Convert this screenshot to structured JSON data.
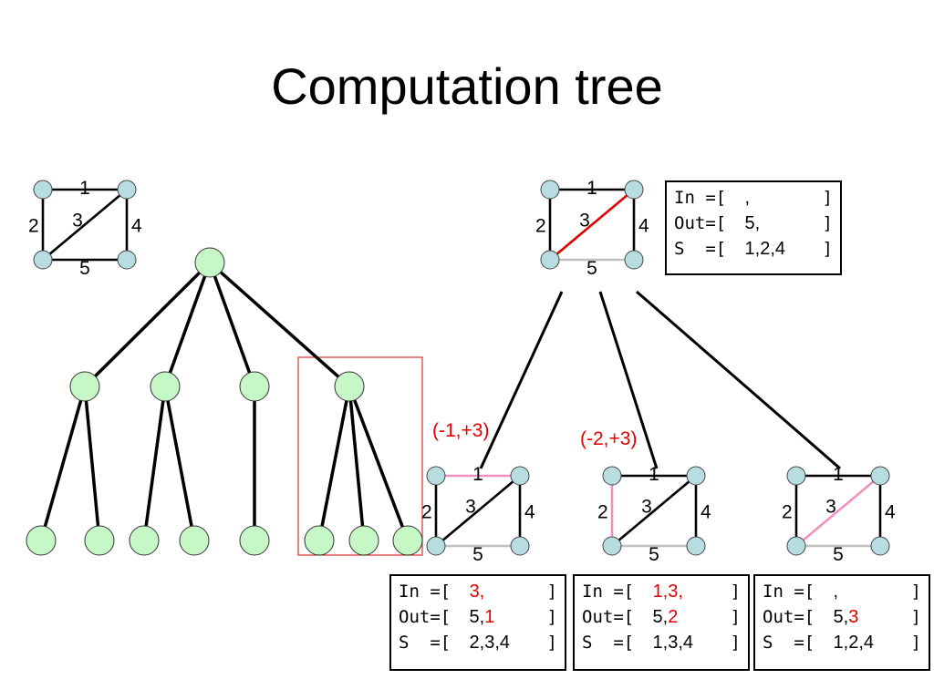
{
  "title": "Computation tree",
  "colors": {
    "graph_node": "#b7dde0",
    "tree_node": "#c6f7c6",
    "edge_black": "#000000",
    "edge_red": "#e00000",
    "edge_pink": "#f090c0",
    "edge_gray": "#c0c0c0",
    "highlight_box": "#e03030",
    "text_red": "#e00000"
  },
  "graphs": [
    {
      "id": "base",
      "edges": {
        "1": "black",
        "2": "black",
        "3": "black",
        "4": "black",
        "5": "black"
      }
    },
    {
      "id": "root-state",
      "edges": {
        "1": "black",
        "2": "black",
        "3": "red",
        "4": "black",
        "5": "gray"
      }
    },
    {
      "id": "child-1",
      "edges": {
        "1": "pink",
        "2": "black",
        "3": "black",
        "4": "black",
        "5": "gray"
      },
      "delta": "(-1,+3)"
    },
    {
      "id": "child-2",
      "edges": {
        "1": "black",
        "2": "pink",
        "3": "black",
        "4": "black",
        "5": "gray"
      },
      "delta": "(-2,+3)"
    },
    {
      "id": "child-3",
      "edges": {
        "1": "black",
        "2": "black",
        "3": "pink",
        "4": "black",
        "5": "gray"
      },
      "delta": ""
    }
  ],
  "edge_labels": [
    "1",
    "2",
    "3",
    "4",
    "5"
  ],
  "deltas": {
    "child1": "(-1,+3)",
    "child2": "(-2,+3)"
  },
  "boxes": {
    "root": {
      "in_label": "In =[",
      "in_plain": " ,",
      "in_red": "",
      "out_label": "Out=[",
      "out_plain": " 5,",
      "out_red": "",
      "s_label": "S  =[",
      "s_plain": " 1,2,4",
      "close": "]"
    },
    "child1": {
      "in_label": "In =[",
      "in_plain": " ",
      "in_red": "3,",
      "out_label": "Out=[",
      "out_plain": " 5,",
      "out_red": "1",
      "s_label": "S  =[",
      "s_plain": " 2,3,4",
      "close": "]"
    },
    "child2": {
      "in_label": "In =[",
      "in_plain": " ",
      "in_red": "1,3,",
      "out_label": "Out=[",
      "out_plain": " 5,",
      "out_red": "2",
      "s_label": "S  =[",
      "s_plain": " 1,3,4",
      "close": "]"
    },
    "child3": {
      "in_label": "In =[",
      "in_plain": " ,",
      "in_red": "",
      "out_label": "Out=[",
      "out_plain": " 5,",
      "out_red": "3",
      "s_label": "S  =[",
      "s_plain": " 1,2,4",
      "close": "]"
    }
  },
  "tree": {
    "children_per_level1": [
      2,
      2,
      1,
      3
    ],
    "highlighted_subtree_index": 3
  }
}
